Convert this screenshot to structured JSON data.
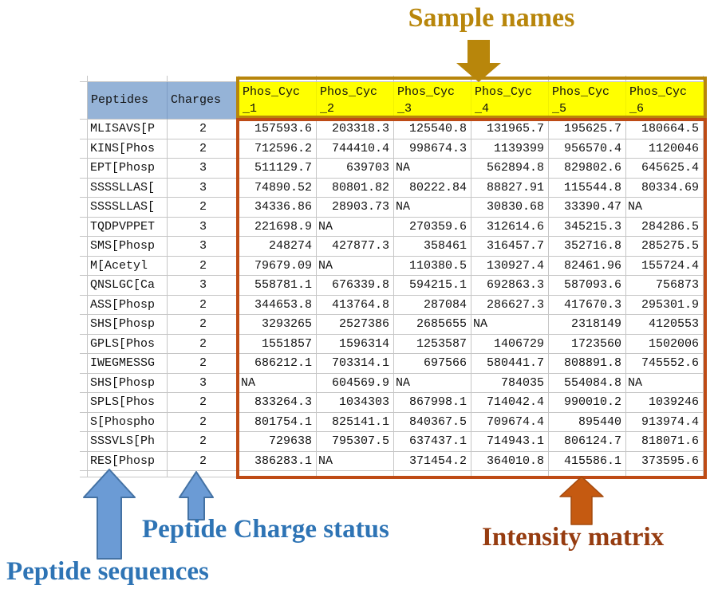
{
  "annotations": {
    "sample_names": "Sample names",
    "peptide_sequences": "Peptide sequences",
    "peptide_charge_status": "Peptide Charge status",
    "intensity_matrix": "Intensity matrix"
  },
  "colors": {
    "header_blue": "#95B3D7",
    "header_yellow": "#FFFF00",
    "goldenrod": "#B8860B",
    "matrix_border": "#BE4B15",
    "blue_text": "#2E74B5",
    "blue_arrow_fill": "#6B9BD5",
    "blue_arrow_stroke": "#4472A4",
    "orange_arrow": "#C55A11",
    "brown_text": "#963C10",
    "gridline": "#C6C6C6"
  },
  "table": {
    "row_header_columns": [
      "Peptides",
      "Charges"
    ],
    "sample_columns": [
      {
        "line1": "Phos_Cyc",
        "line2": "_1"
      },
      {
        "line1": "Phos_Cyc",
        "line2": "_2"
      },
      {
        "line1": "Phos_Cyc",
        "line2": "_3"
      },
      {
        "line1": "Phos_Cyc",
        "line2": "_4"
      },
      {
        "line1": "Phos_Cyc",
        "line2": "_5"
      },
      {
        "line1": "Phos_Cyc",
        "line2": "_6"
      }
    ],
    "rows": [
      {
        "peptide": "MLISAVS[P",
        "charge": "2",
        "values": [
          "157593.6",
          "203318.3",
          "125540.8",
          "131965.7",
          "195625.7",
          "180664.5"
        ]
      },
      {
        "peptide": "KINS[Phos",
        "charge": "2",
        "values": [
          "712596.2",
          "744410.4",
          "998674.3",
          "1139399",
          "956570.4",
          "1120046"
        ]
      },
      {
        "peptide": "EPT[Phosp",
        "charge": "3",
        "values": [
          "511129.7",
          "639703",
          "NA",
          "562894.8",
          "829802.6",
          "645625.4"
        ]
      },
      {
        "peptide": "SSSSLLAS[",
        "charge": "3",
        "values": [
          "74890.52",
          "80801.82",
          "80222.84",
          "88827.91",
          "115544.8",
          "80334.69"
        ]
      },
      {
        "peptide": "SSSSLLAS[",
        "charge": "2",
        "values": [
          "34336.86",
          "28903.73",
          "NA",
          "30830.68",
          "33390.47",
          "NA"
        ]
      },
      {
        "peptide": "TQDPVPPET",
        "charge": "3",
        "values": [
          "221698.9",
          "NA",
          "270359.6",
          "312614.6",
          "345215.3",
          "284286.5"
        ]
      },
      {
        "peptide": "SMS[Phosp",
        "charge": "3",
        "values": [
          "248274",
          "427877.3",
          "358461",
          "316457.7",
          "352716.8",
          "285275.5"
        ]
      },
      {
        "peptide": "M[Acetyl",
        "charge": "2",
        "values": [
          "79679.09",
          "NA",
          "110380.5",
          "130927.4",
          "82461.96",
          "155724.4"
        ]
      },
      {
        "peptide": "QNSLGC[Ca",
        "charge": "3",
        "values": [
          "558781.1",
          "676339.8",
          "594215.1",
          "692863.3",
          "587093.6",
          "756873"
        ]
      },
      {
        "peptide": "ASS[Phosp",
        "charge": "2",
        "values": [
          "344653.8",
          "413764.8",
          "287084",
          "286627.3",
          "417670.3",
          "295301.9"
        ]
      },
      {
        "peptide": "SHS[Phosp",
        "charge": "2",
        "values": [
          "3293265",
          "2527386",
          "2685655",
          "NA",
          "2318149",
          "4120553"
        ]
      },
      {
        "peptide": "GPLS[Phos",
        "charge": "2",
        "values": [
          "1551857",
          "1596314",
          "1253587",
          "1406729",
          "1723560",
          "1502006"
        ]
      },
      {
        "peptide": "IWEGMESSG",
        "charge": "2",
        "values": [
          "686212.1",
          "703314.1",
          "697566",
          "580441.7",
          "808891.8",
          "745552.6"
        ]
      },
      {
        "peptide": "SHS[Phosp",
        "charge": "3",
        "values": [
          "NA",
          "604569.9",
          "NA",
          "784035",
          "554084.8",
          "NA"
        ]
      },
      {
        "peptide": "SPLS[Phos",
        "charge": "2",
        "values": [
          "833264.3",
          "1034303",
          "867998.1",
          "714042.4",
          "990010.2",
          "1039246"
        ]
      },
      {
        "peptide": "S[Phospho",
        "charge": "2",
        "values": [
          "801754.1",
          "825141.1",
          "840367.5",
          "709674.4",
          "895440",
          "913974.4"
        ]
      },
      {
        "peptide": "SSSVLS[Ph",
        "charge": "2",
        "values": [
          "729638",
          "795307.5",
          "637437.1",
          "714943.1",
          "806124.7",
          "818071.6"
        ]
      },
      {
        "peptide": "RES[Phosp",
        "charge": "2",
        "values": [
          "386283.1",
          "NA",
          "371454.2",
          "364010.8",
          "415586.1",
          "373595.6"
        ]
      }
    ]
  }
}
